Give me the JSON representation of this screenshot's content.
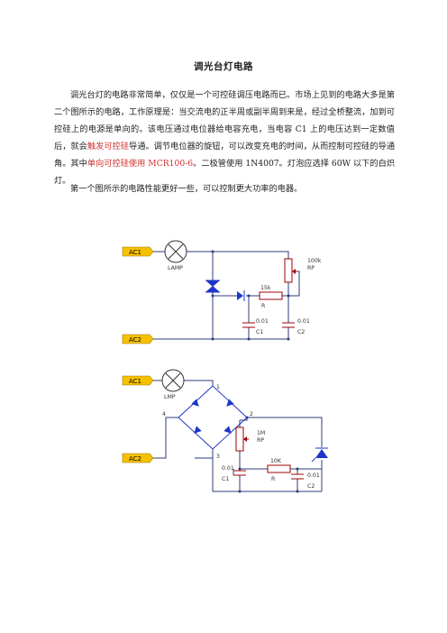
{
  "title": "调光台灯电路",
  "para1": {
    "p_a": "调光台灯的电路非常简单，仅仅是一个可控硅调压电路而已。市场上见到的电路大多是第二个图所示的电路，工作原理是：当交流电的正半周或副半周到来是，经过全桥整流，加到可控硅上的电源是单向的。该电压通过电位器给电容充电，当电容 C1 上的电压达到一定数值后，就会",
    "red1": "触发可控硅",
    "p_b": "导通。调节电位器的旋钮，可以改变充电的时间，从而控制可控硅的导通角。其中",
    "red2": "单向可控硅使用 MCR100-6",
    "p_c": "。二极管使用 1N4007。灯泡应选择 60W 以下的白炽灯。"
  },
  "para2": "第一个图所示的电路性能更好一些，可以控制更大功率的电器。",
  "circuit1": {
    "ac1": "AC1",
    "ac2": "AC2",
    "lamp": "LAMP",
    "pot_value": "100k",
    "pot_name": "RP",
    "r_value": "15k",
    "r_name": "R",
    "c1_value": "0.01",
    "c1_name": "C1",
    "c2_value": "0.01",
    "c2_name": "C2"
  },
  "circuit2": {
    "ac1": "AC1",
    "ac2": "AC2",
    "lamp": "LMP",
    "node1": "1",
    "node2": "2",
    "node3": "3",
    "node4": "4",
    "pot_value": "1M",
    "pot_name": "RP",
    "r_value": "10K",
    "r_name": "R",
    "c1_value": "0.01",
    "c1_name": "C1",
    "c2_value": "0.01",
    "c2_name": "C2"
  },
  "colors": {
    "red_text": "#d0312d",
    "label_flag": "#f6c100",
    "diode": "#1f35c8"
  }
}
